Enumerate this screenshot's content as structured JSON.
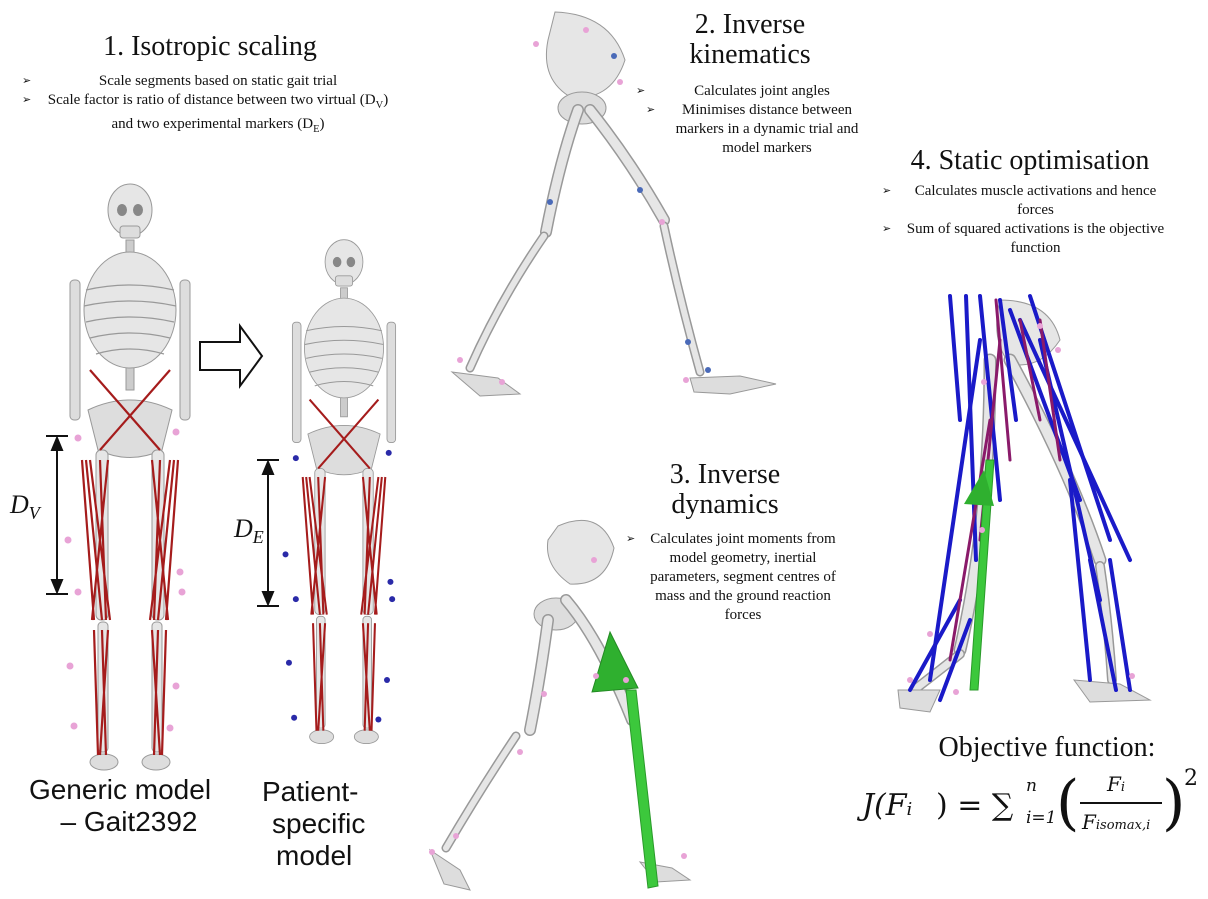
{
  "panel1": {
    "title": "1. Isotropic scaling",
    "bullets": [
      "Scale segments based on static gait trial",
      "Scale factor is ratio of distance between two virtual (D",
      "V",
      ") and two experimental markers (D",
      "E",
      ")"
    ],
    "generic_caption_1": "Generic model",
    "generic_caption_2": "– Gait2392",
    "patient_caption_1": "Patient-",
    "patient_caption_2": "specific",
    "patient_caption_3": "model",
    "dv_label": "D",
    "dv_sub": "V",
    "de_label": "D",
    "de_sub": "E"
  },
  "panel2": {
    "title_1": "2. Inverse",
    "title_2": "kinematics",
    "bullet_1": "Calculates joint angles",
    "bullet_2": "Minimises distance between markers in a dynamic trial and model markers"
  },
  "panel3": {
    "title_1": "3. Inverse",
    "title_2": "dynamics",
    "bullet_1": "Calculates joint moments from model geometry, inertial parameters, segment centres of mass and the ground reaction forces"
  },
  "panel4": {
    "title": "4. Static optimisation",
    "bullet_1": "Calculates muscle activations and hence forces",
    "bullet_2": "Sum of squared activations is the objective function",
    "objective_label": "Objective function:",
    "formula_lhs": "J(F",
    "formula_i": "i",
    "formula_eq": ") = ∑",
    "formula_sum_sub": "i=1",
    "formula_sum_sup": "n",
    "formula_num": "F",
    "formula_num_sub": "i",
    "formula_den": "F",
    "formula_den_sub": "isomax,i",
    "formula_exp": "2"
  },
  "colors": {
    "bone": "#e6e6e6",
    "bone_stroke": "#9a9a9a",
    "muscle_red": "#a51c1c",
    "muscle_blue": "#1a1ac8",
    "marker_pink": "#e8a3d6",
    "marker_blue": "#2a2aa8",
    "grf_green": "#3cc83c"
  }
}
